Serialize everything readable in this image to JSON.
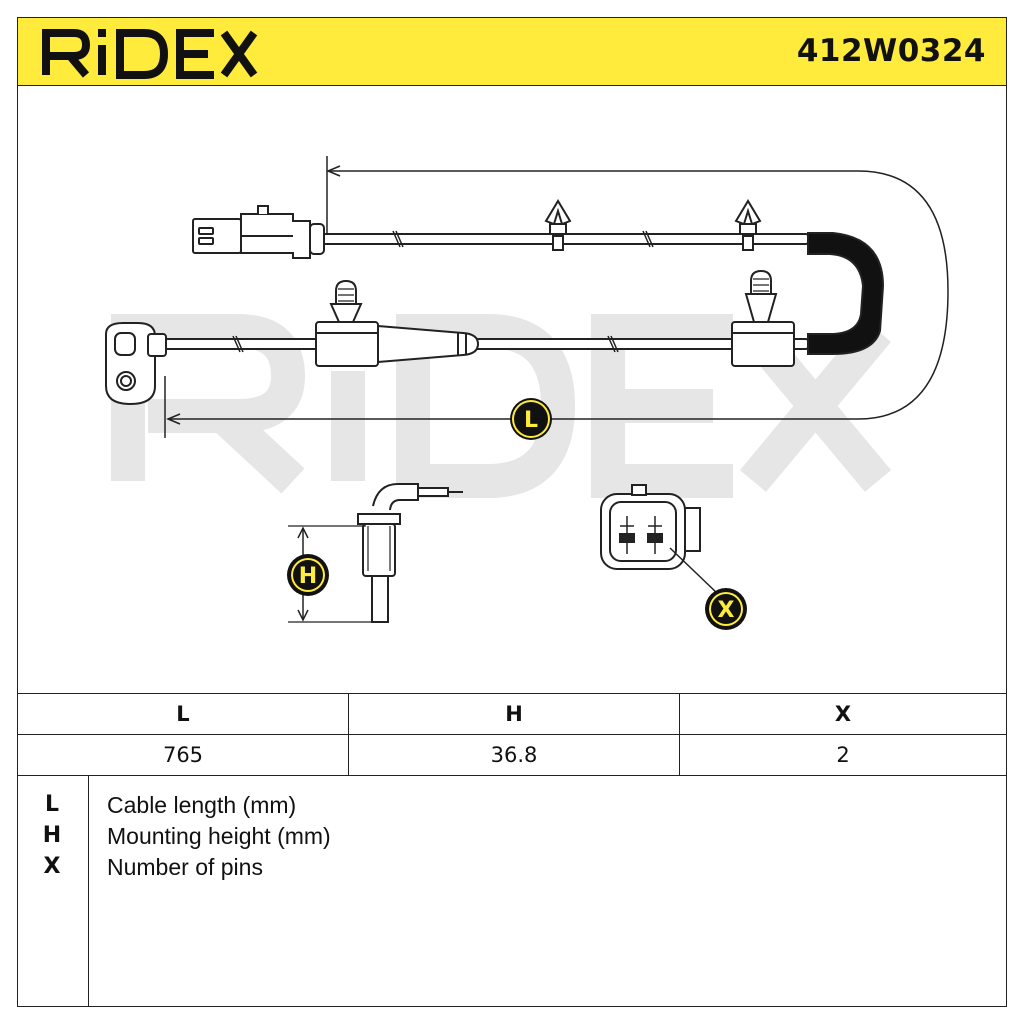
{
  "header": {
    "brand": "RIDEX",
    "part_number": "412W0324"
  },
  "drawing": {
    "callout_length": "L",
    "callout_height": "H",
    "callout_pins": "X",
    "watermark": "RIDEX"
  },
  "spec_table": {
    "columns": [
      "L",
      "H",
      "X"
    ],
    "values": [
      "765",
      "36.8",
      "2"
    ]
  },
  "legend": {
    "items": [
      {
        "key": "L",
        "desc": "Cable length (mm)"
      },
      {
        "key": "H",
        "desc": "Mounting height (mm)"
      },
      {
        "key": "X",
        "desc": "Number of pins"
      }
    ]
  },
  "colors": {
    "header_bg": "#ffeb3b",
    "line": "#222222",
    "watermark": "#e6e6e6"
  }
}
